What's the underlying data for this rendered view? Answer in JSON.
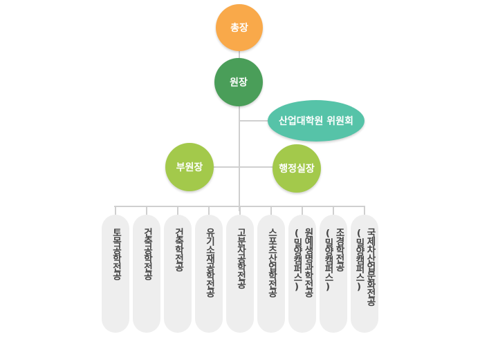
{
  "nodes": {
    "president": "총장",
    "dean": "원장",
    "committee": "산업대학원 위원회",
    "vice_dean": "부원장",
    "admin_head": "행정실장"
  },
  "departments": [
    {
      "name": "토목공학전공",
      "sub": ""
    },
    {
      "name": "건축공학전공",
      "sub": ""
    },
    {
      "name": "건축학전공",
      "sub": ""
    },
    {
      "name": "유기소재공학전공",
      "sub": ""
    },
    {
      "name": "고분자공학전공",
      "sub": ""
    },
    {
      "name": "스포츠산업학전공",
      "sub": ""
    },
    {
      "name": "원예생명과학전공",
      "sub": "(밀양캠퍼스)"
    },
    {
      "name": "조경학전공",
      "sub": "(밀양캠퍼스)"
    },
    {
      "name": "국제차산업문화전공",
      "sub": "(밀양캠퍼스)"
    }
  ],
  "colors": {
    "president": "#f9a94a",
    "dean": "#4a9e59",
    "committee": "#56c3a8",
    "vice_dean": "#a3c94b",
    "admin_head": "#a3c94b",
    "connector": "#cfcfcf",
    "department_bg": "#eeeeee"
  }
}
